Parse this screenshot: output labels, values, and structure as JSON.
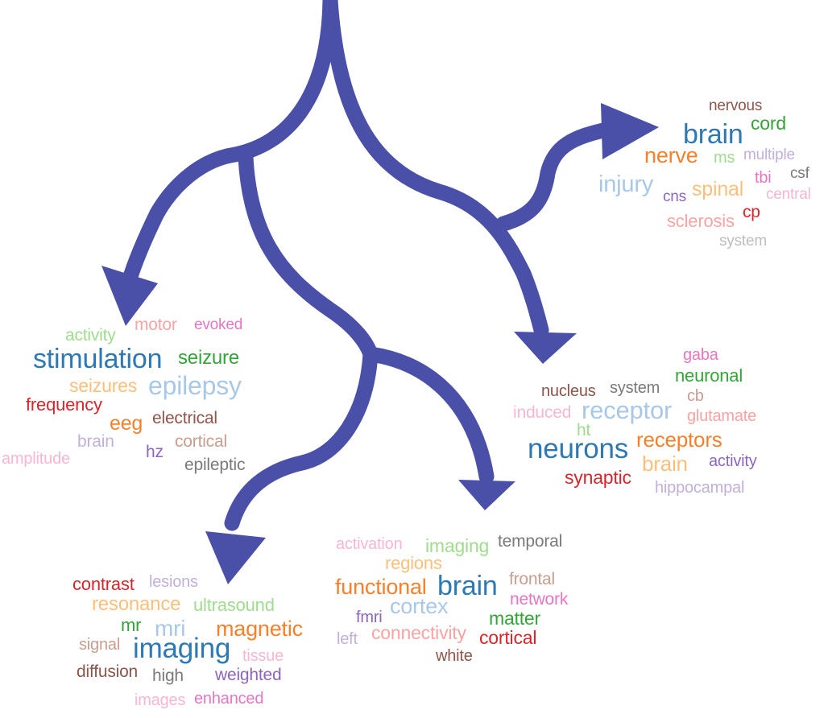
{
  "colors": {
    "arrow": "#4a4fa8",
    "blue": "#2e78b4",
    "lightblue": "#a9c8e8",
    "orange": "#f6802b",
    "lightorange": "#fbbf7c",
    "green": "#33a537",
    "lightgreen": "#9fdc8f",
    "red": "#d7262b",
    "pink": "#f9a3a3",
    "purple": "#8d66bb",
    "lavender": "#c3b0da",
    "brown": "#8c564b",
    "tan": "#c99e90",
    "magenta": "#e577c2",
    "lightpink": "#f7b6d1",
    "gray": "#7a7a7a",
    "lightgray": "#bdbdbd"
  },
  "clusters": {
    "spinal": {
      "words": [
        {
          "text": "nervous",
          "color": "brown"
        },
        {
          "text": "brain",
          "color": "blue"
        },
        {
          "text": "cord",
          "color": "green"
        },
        {
          "text": "nerve",
          "color": "orange"
        },
        {
          "text": "ms",
          "color": "lightgreen"
        },
        {
          "text": "multiple",
          "color": "lavender"
        },
        {
          "text": "injury",
          "color": "lightblue"
        },
        {
          "text": "cns",
          "color": "purple"
        },
        {
          "text": "spinal",
          "color": "lightorange"
        },
        {
          "text": "tbi",
          "color": "magenta"
        },
        {
          "text": "csf",
          "color": "gray"
        },
        {
          "text": "central",
          "color": "lightpink"
        },
        {
          "text": "sclerosis",
          "color": "pink"
        },
        {
          "text": "cp",
          "color": "red"
        },
        {
          "text": "system",
          "color": "lightgray"
        }
      ]
    },
    "stimulation": {
      "words": [
        {
          "text": "activity",
          "color": "lightgreen"
        },
        {
          "text": "motor",
          "color": "pink"
        },
        {
          "text": "evoked",
          "color": "magenta"
        },
        {
          "text": "stimulation",
          "color": "blue"
        },
        {
          "text": "seizure",
          "color": "green"
        },
        {
          "text": "seizures",
          "color": "lightorange"
        },
        {
          "text": "epilepsy",
          "color": "lightblue"
        },
        {
          "text": "frequency",
          "color": "red"
        },
        {
          "text": "eeg",
          "color": "orange"
        },
        {
          "text": "electrical",
          "color": "brown"
        },
        {
          "text": "brain",
          "color": "lavender"
        },
        {
          "text": "hz",
          "color": "purple"
        },
        {
          "text": "cortical",
          "color": "tan"
        },
        {
          "text": "amplitude",
          "color": "lightpink"
        },
        {
          "text": "epileptic",
          "color": "gray"
        }
      ]
    },
    "neurons": {
      "words": [
        {
          "text": "gaba",
          "color": "magenta"
        },
        {
          "text": "neuronal",
          "color": "green"
        },
        {
          "text": "nucleus",
          "color": "brown"
        },
        {
          "text": "system",
          "color": "gray"
        },
        {
          "text": "cb",
          "color": "tan"
        },
        {
          "text": "induced",
          "color": "lightpink"
        },
        {
          "text": "receptor",
          "color": "lightblue"
        },
        {
          "text": "glutamate",
          "color": "pink"
        },
        {
          "text": "ht",
          "color": "lightgreen"
        },
        {
          "text": "neurons",
          "color": "blue"
        },
        {
          "text": "receptors",
          "color": "orange"
        },
        {
          "text": "brain",
          "color": "lightorange"
        },
        {
          "text": "activity",
          "color": "purple"
        },
        {
          "text": "synaptic",
          "color": "red"
        },
        {
          "text": "hippocampal",
          "color": "lavender"
        }
      ]
    },
    "imaging": {
      "words": [
        {
          "text": "contrast",
          "color": "red"
        },
        {
          "text": "lesions",
          "color": "lavender"
        },
        {
          "text": "resonance",
          "color": "lightorange"
        },
        {
          "text": "ultrasound",
          "color": "lightgreen"
        },
        {
          "text": "mr",
          "color": "green"
        },
        {
          "text": "mri",
          "color": "lightblue"
        },
        {
          "text": "magnetic",
          "color": "orange"
        },
        {
          "text": "signal",
          "color": "tan"
        },
        {
          "text": "imaging",
          "color": "blue"
        },
        {
          "text": "tissue",
          "color": "lightpink"
        },
        {
          "text": "diffusion",
          "color": "brown"
        },
        {
          "text": "high",
          "color": "gray"
        },
        {
          "text": "weighted",
          "color": "purple"
        },
        {
          "text": "images",
          "color": "lightpink"
        },
        {
          "text": "enhanced",
          "color": "magenta"
        }
      ]
    },
    "functional": {
      "words": [
        {
          "text": "activation",
          "color": "lightpink"
        },
        {
          "text": "imaging",
          "color": "lightgreen"
        },
        {
          "text": "temporal",
          "color": "gray"
        },
        {
          "text": "regions",
          "color": "lightorange"
        },
        {
          "text": "functional",
          "color": "orange"
        },
        {
          "text": "brain",
          "color": "blue"
        },
        {
          "text": "frontal",
          "color": "tan"
        },
        {
          "text": "cortex",
          "color": "lightblue"
        },
        {
          "text": "network",
          "color": "magenta"
        },
        {
          "text": "fmri",
          "color": "purple"
        },
        {
          "text": "matter",
          "color": "green"
        },
        {
          "text": "left",
          "color": "lavender"
        },
        {
          "text": "connectivity",
          "color": "pink"
        },
        {
          "text": "cortical",
          "color": "red"
        },
        {
          "text": "white",
          "color": "brown"
        }
      ]
    }
  }
}
